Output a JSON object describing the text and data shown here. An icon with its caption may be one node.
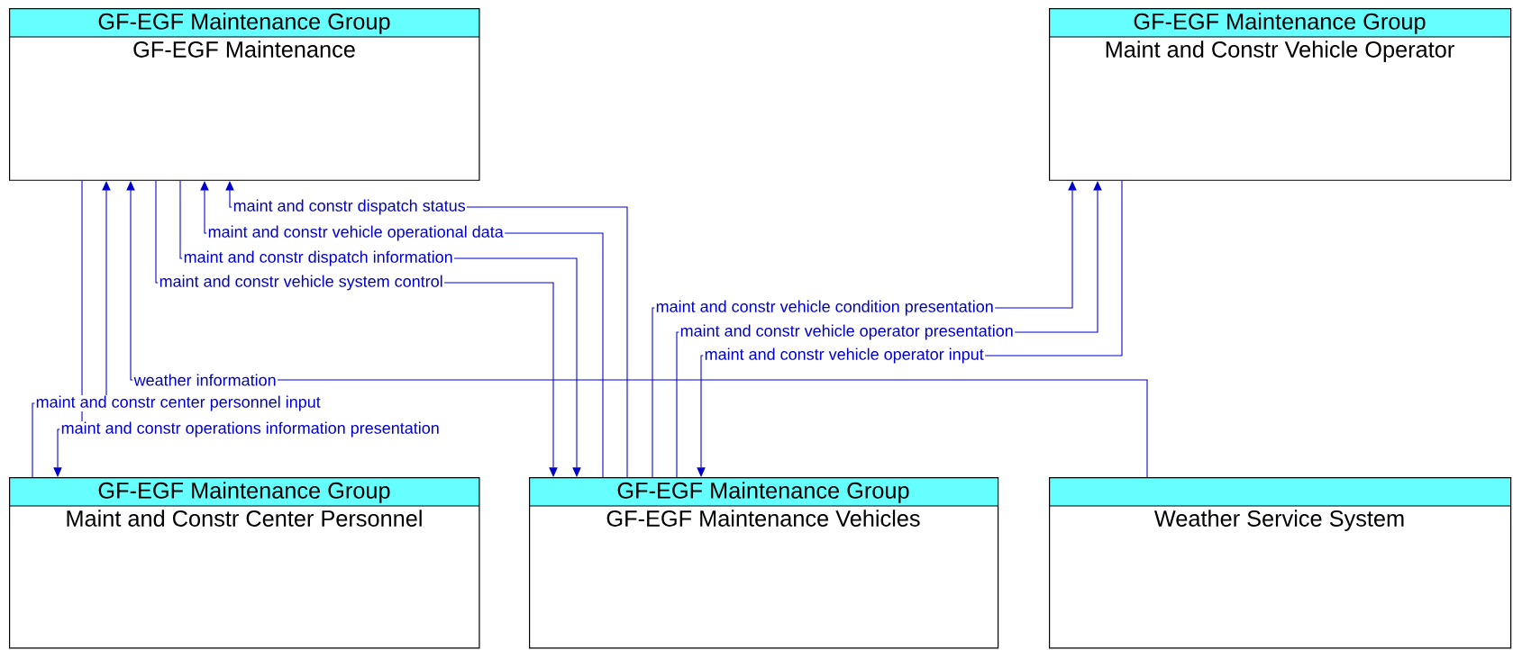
{
  "diagram": {
    "nodes": [
      {
        "text": [
          "GF-EGF Maintenance Group",
          "GF-EGF Maintenance"
        ]
      },
      {
        "text": [
          "GF-EGF Maintenance Group",
          "Maint and Constr Vehicle Operator"
        ]
      },
      {
        "text": [
          "GF-EGF Maintenance Group",
          "Maint and Constr Center Personnel"
        ]
      },
      {
        "text": [
          "GF-EGF Maintenance Group",
          "GF-EGF Maintenance Vehicles"
        ]
      },
      {
        "text": [
          "Weather Service System"
        ]
      }
    ],
    "edges": [
      {
        "from": 3,
        "to": 0,
        "arrow": "to",
        "label": "maint and constr dispatch status"
      },
      {
        "from": 3,
        "to": 0,
        "arrow": "to",
        "label": "maint and constr vehicle operational data"
      },
      {
        "from": 0,
        "to": 3,
        "arrow": "to",
        "label": "maint and constr dispatch information"
      },
      {
        "from": 0,
        "to": 3,
        "arrow": "to",
        "label": "maint and constr vehicle system control"
      },
      {
        "from": 3,
        "to": 1,
        "arrow": "to",
        "label": "maint and constr vehicle condition presentation"
      },
      {
        "from": 3,
        "to": 1,
        "arrow": "to",
        "label": "maint and constr vehicle operator presentation"
      },
      {
        "from": 1,
        "to": 3,
        "arrow": "to",
        "label": "maint and constr vehicle operator input"
      },
      {
        "from": 4,
        "to": 0,
        "arrow": "to",
        "label": "weather information"
      },
      {
        "from": 2,
        "to": 0,
        "arrow": "to",
        "label": "maint and constr center personnel input"
      },
      {
        "from": 0,
        "to": 2,
        "arrow": "to",
        "label": "maint and constr operations information presentation"
      }
    ]
  }
}
